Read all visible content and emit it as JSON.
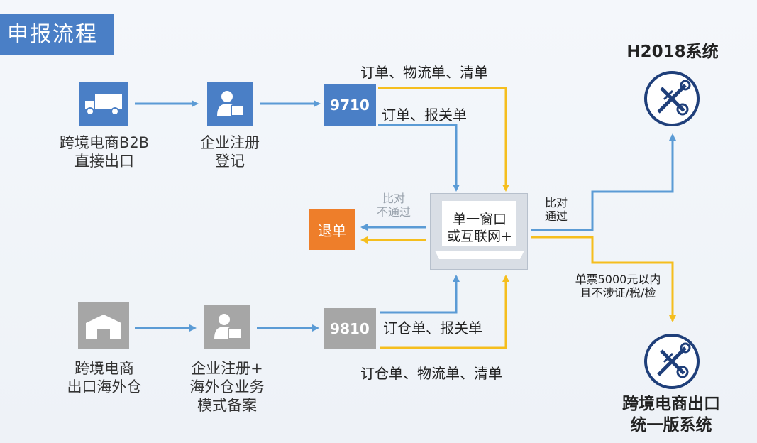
{
  "title": "申报流程",
  "top_flow": {
    "source_label": "跨境电商B2B\n直接出口",
    "register_label": "企业注册\n登记",
    "code": "9710",
    "edge_yellow_label": "订单、物流单、清单",
    "edge_blue_label": "订单、报关单"
  },
  "bottom_flow": {
    "source_label": "跨境电商\n出口海外仓",
    "register_label": "企业注册+\n海外仓业务\n模式备案",
    "code": "9810",
    "edge_blue_label": "订仓单、报关单",
    "edge_yellow_label": "订仓单、物流单、清单"
  },
  "center": {
    "window_label": "单一窗口\n或互联网+"
  },
  "reject": {
    "label": "退单",
    "condition": "比对\n不通过"
  },
  "pass": {
    "condition": "比对\n通过",
    "h2018_title": "H2018系统",
    "threshold_condition": "单票5000元以内\n且不涉证/税/检",
    "unified_title": "跨境电商出口\n统一版系统"
  },
  "colors": {
    "blue_box": "#4a7fc6",
    "gray_box": "#a6a6a6",
    "orange_box": "#ee7e2a",
    "blue_arrow": "#5b9bd5",
    "yellow_arrow": "#f5be1e",
    "seal_ring": "#1f3f7a"
  },
  "icons": [
    "truck-icon",
    "user-computer-icon",
    "warehouse-icon",
    "customs-seal-icon",
    "laptop-icon"
  ]
}
